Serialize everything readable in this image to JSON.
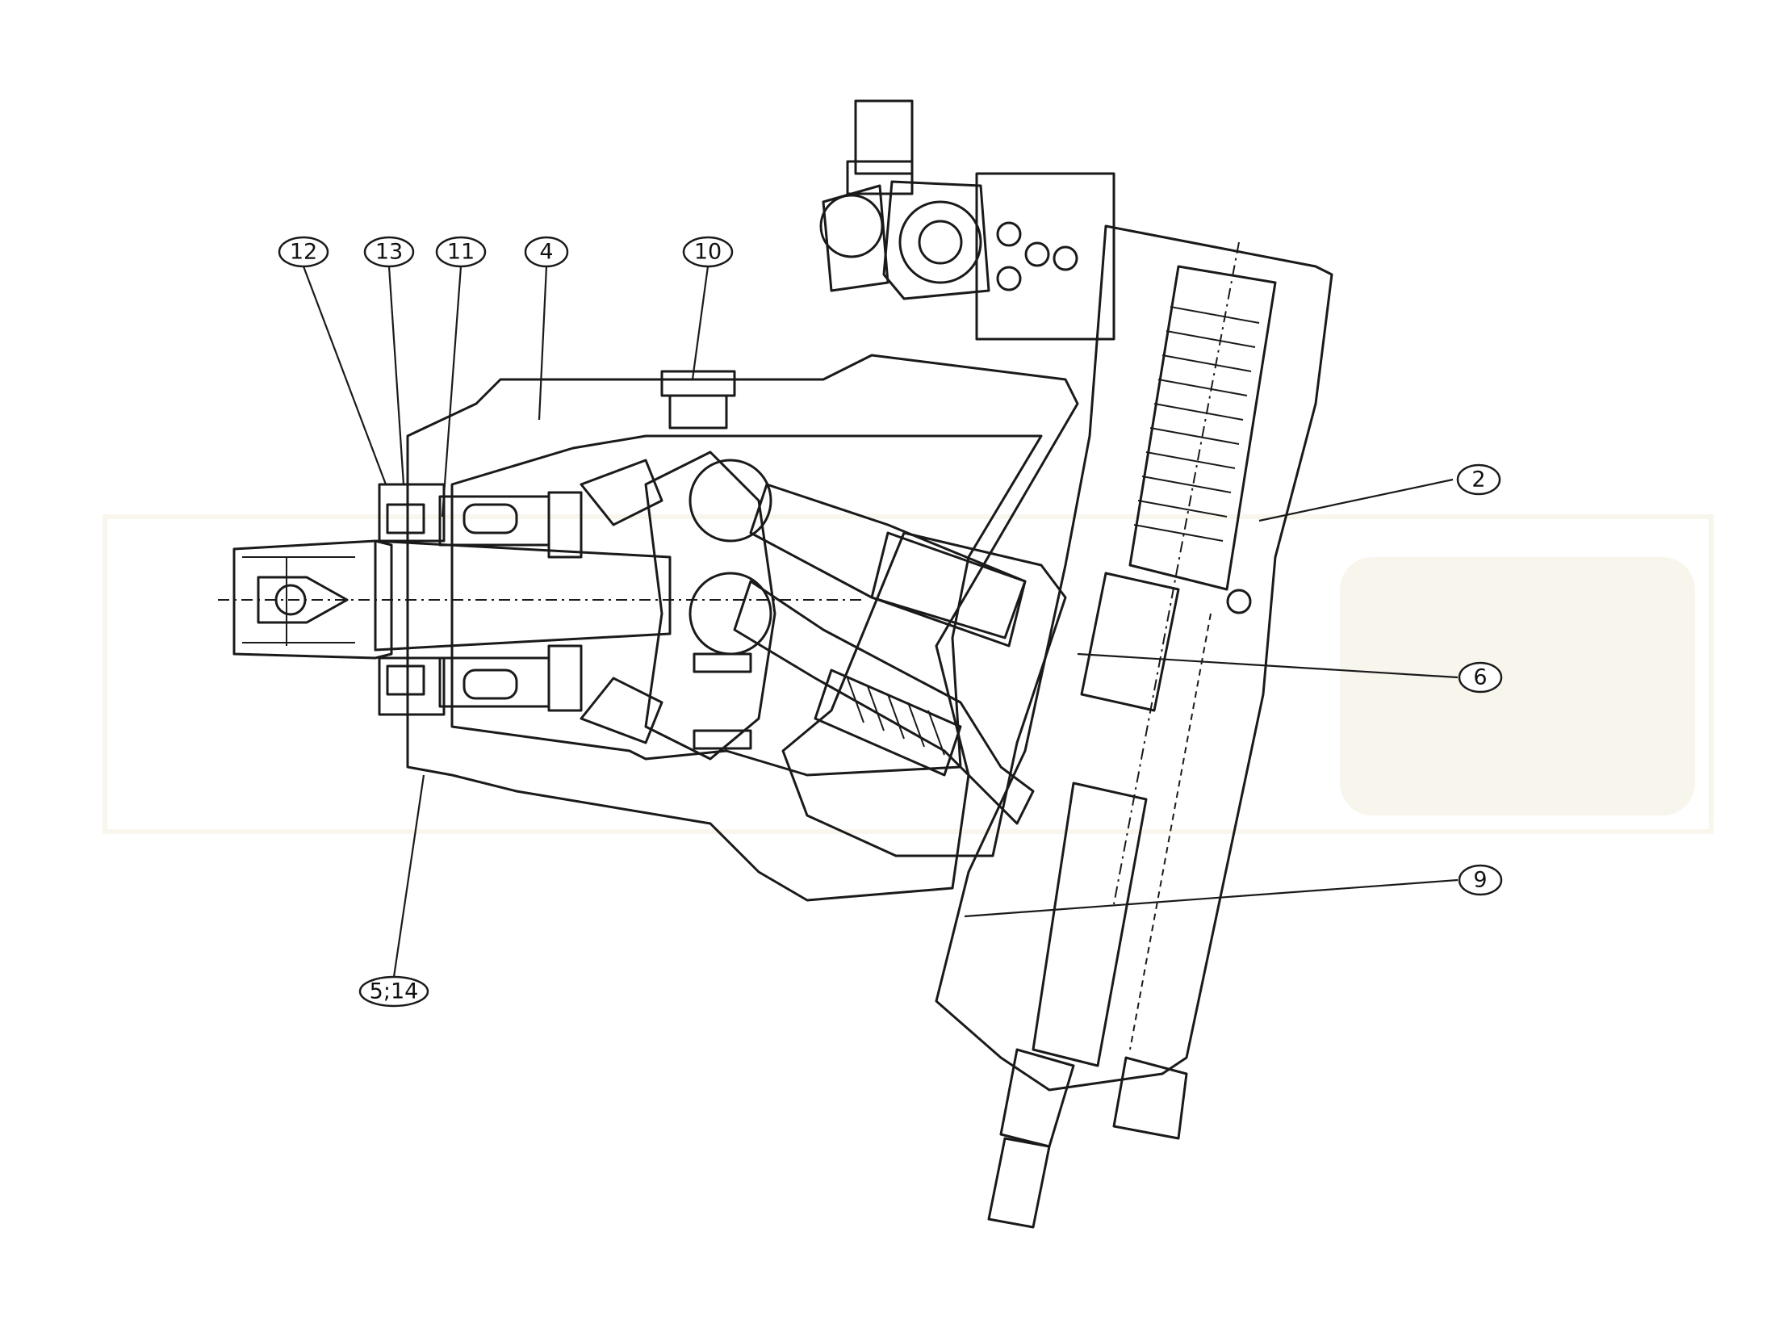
{
  "callouts": [
    {
      "id": "c12",
      "label": "12"
    },
    {
      "id": "c13",
      "label": "13"
    },
    {
      "id": "c11",
      "label": "11"
    },
    {
      "id": "c4",
      "label": "4"
    },
    {
      "id": "c10",
      "label": "10"
    },
    {
      "id": "c2",
      "label": "2"
    },
    {
      "id": "c6",
      "label": "6"
    },
    {
      "id": "c9",
      "label": "9"
    },
    {
      "id": "c514",
      "label": "5;14"
    }
  ],
  "colors": {
    "line": "#1a1a1a",
    "background": "#ffffff",
    "watermark": "#ece6d6"
  }
}
